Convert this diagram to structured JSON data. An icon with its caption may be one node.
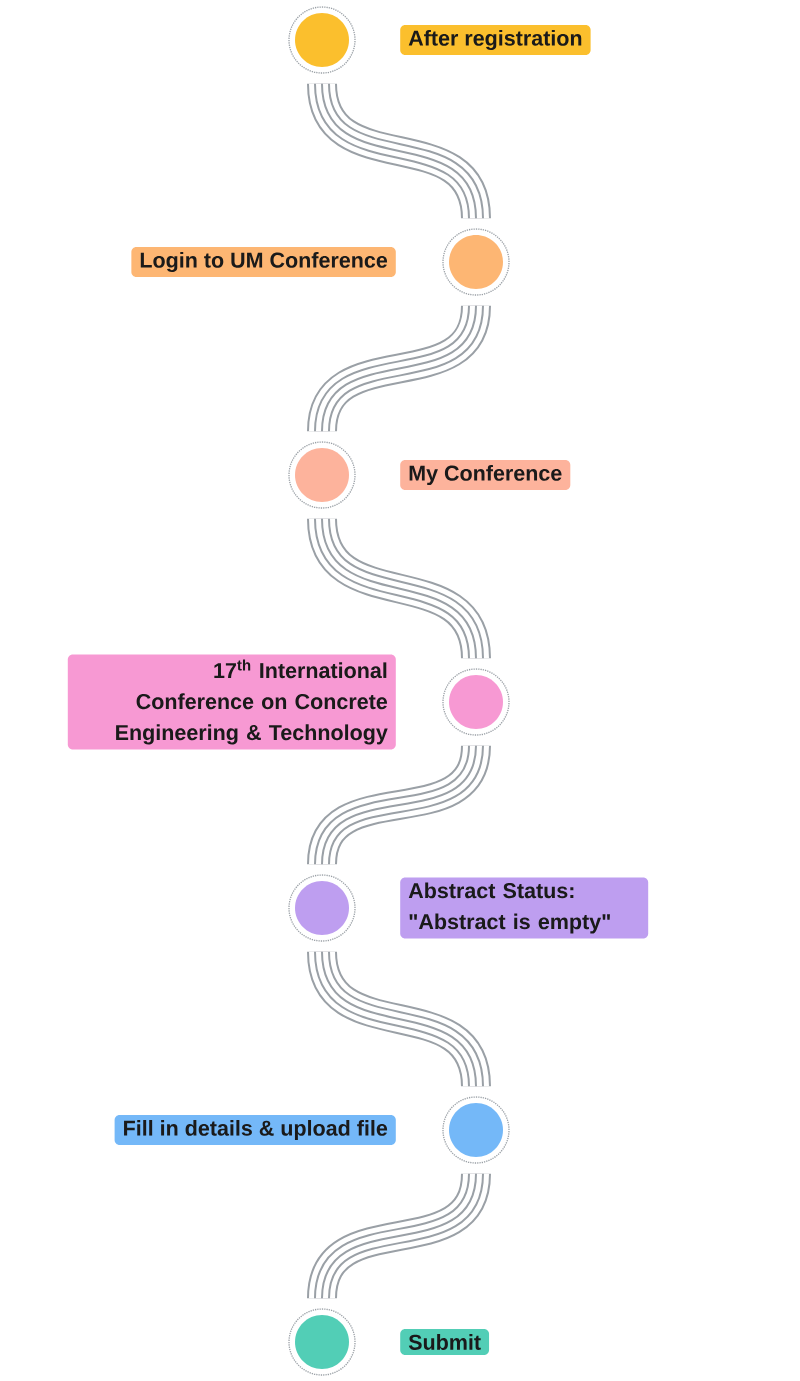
{
  "diagram": {
    "nodes": [
      {
        "text": [],
        "shape": "circle",
        "beside": [
          "After registration"
        ]
      },
      {
        "text": [],
        "shape": "circle",
        "beside": [
          "Login to UM Conference"
        ]
      },
      {
        "text": [],
        "shape": "circle",
        "beside": [
          "My Conference"
        ]
      },
      {
        "text": [],
        "shape": "circle",
        "beside": [
          "17$^{th}$ International Conference on Concrete Engineering & Technology"
        ]
      },
      {
        "text": [],
        "shape": "circle",
        "beside": [
          "Abstract Status: \"Abstract is empty\""
        ]
      },
      {
        "text": [],
        "shape": "circle",
        "beside": [
          "Fill in details & upload file"
        ]
      },
      {
        "text": [],
        "shape": "circle",
        "beside": [
          "Submit"
        ]
      }
    ],
    "edges": [
      {
        "from": 0,
        "to": 1,
        "arrow": "none"
      },
      {
        "from": 1,
        "to": 2,
        "arrow": "none"
      },
      {
        "from": 2,
        "to": 3,
        "arrow": "none"
      },
      {
        "from": 3,
        "to": 4,
        "arrow": "none"
      },
      {
        "from": 4,
        "to": 5,
        "arrow": "none"
      },
      {
        "from": 5,
        "to": 6,
        "arrow": "none"
      }
    ]
  }
}
